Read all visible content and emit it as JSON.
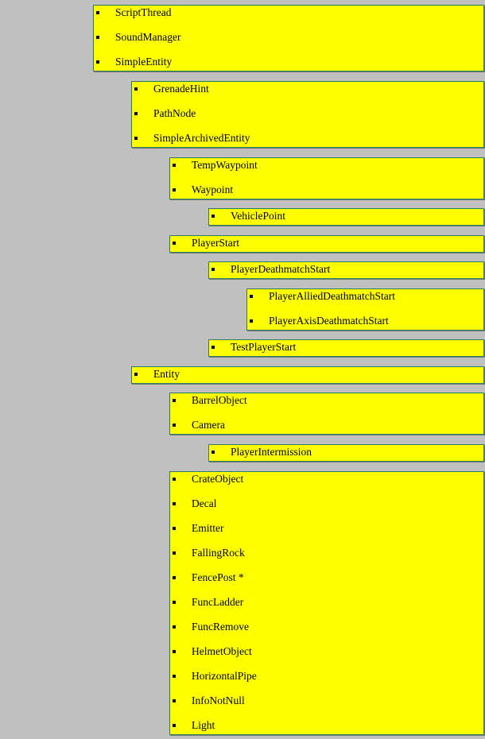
{
  "groups": [
    {
      "items": [
        "ScriptThread",
        "SoundManager",
        "SimpleEntity"
      ]
    },
    {
      "items": [
        "GrenadeHint",
        "PathNode",
        "SimpleArchivedEntity"
      ]
    },
    {
      "items": [
        "TempWaypoint",
        "Waypoint"
      ]
    },
    {
      "items": [
        "VehiclePoint"
      ]
    },
    {
      "items": [
        "PlayerStart"
      ]
    },
    {
      "items": [
        "PlayerDeathmatchStart"
      ]
    },
    {
      "items": [
        "PlayerAlliedDeathmatchStart",
        "PlayerAxisDeathmatchStart"
      ]
    },
    {
      "items": [
        "TestPlayerStart"
      ]
    },
    {
      "items": [
        "Entity"
      ]
    },
    {
      "items": [
        "BarrelObject",
        "Camera"
      ]
    },
    {
      "items": [
        "PlayerIntermission"
      ]
    },
    {
      "items": [
        "CrateObject",
        "Decal",
        "Emitter",
        "FallingRock",
        "FencePost *",
        "FuncLadder",
        "FuncRemove",
        "HelmetObject",
        "HorizontalPipe",
        "InfoNotNull",
        "Light"
      ]
    }
  ]
}
